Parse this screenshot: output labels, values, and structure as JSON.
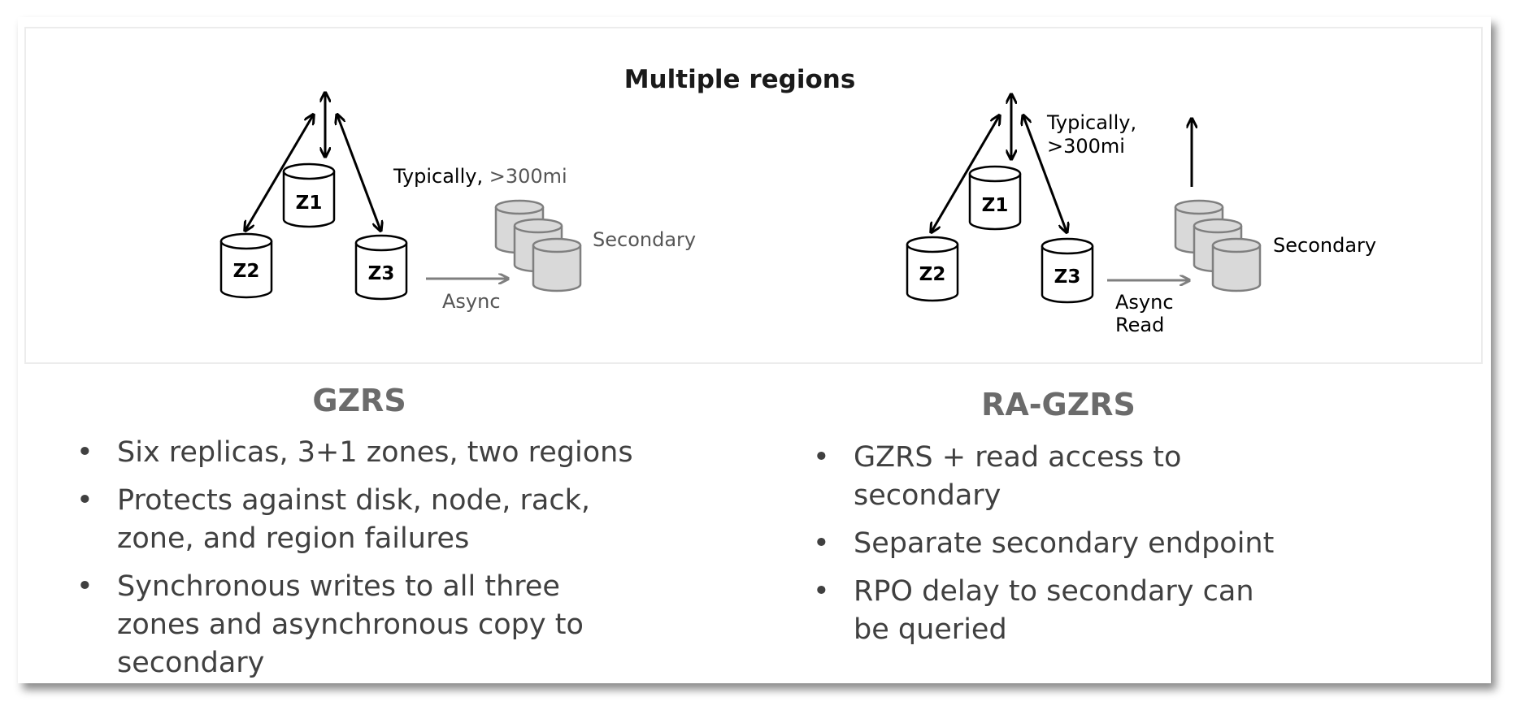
{
  "diagram": {
    "title": "Multiple regions",
    "left": {
      "zones": [
        "Z1",
        "Z2",
        "Z3"
      ],
      "distance_prefix": "Typically,",
      "distance_value": " >300mi",
      "secondary_label": "Secondary",
      "async_label": "Async"
    },
    "right": {
      "zones": [
        "Z1",
        "Z2",
        "Z3"
      ],
      "distance_line1": "Typically,",
      "distance_line2": ">300mi",
      "secondary_label": "Secondary",
      "async_line1": "Async",
      "async_line2": "Read"
    }
  },
  "gzrs": {
    "title": "GZRS",
    "bullets": [
      [
        "Six replicas, 3+1 zones, two regions"
      ],
      [
        "Protects against disk, node, rack,",
        "zone, and region failures"
      ],
      [
        "Synchronous writes to all three",
        "zones and asynchronous copy to",
        "secondary"
      ]
    ]
  },
  "ragzrs": {
    "title": "RA-GZRS",
    "bullets": [
      [
        "GZRS + read access to",
        "secondary"
      ],
      [
        "Separate secondary endpoint"
      ],
      [
        "RPO delay to secondary can",
        "be queried"
      ]
    ]
  },
  "colors": {
    "zone_stroke": "#000000",
    "secondary_fill": "#d9d9d9",
    "secondary_stroke": "#7f7f7f",
    "async_arrow": "#7f7f7f",
    "title_gray": "#6b6b6b",
    "body_text": "#404040"
  }
}
